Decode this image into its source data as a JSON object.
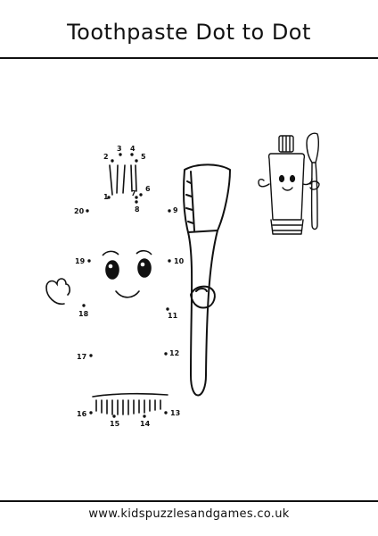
{
  "title": "Toothpaste Dot to Dot",
  "footer": "www.kidspuzzlesandgames.co.uk",
  "dots": [
    {
      "n": "1"
    },
    {
      "n": "2"
    },
    {
      "n": "3"
    },
    {
      "n": "4"
    },
    {
      "n": "5"
    },
    {
      "n": "6"
    },
    {
      "n": "7"
    },
    {
      "n": "8"
    },
    {
      "n": "9"
    },
    {
      "n": "10"
    },
    {
      "n": "11"
    },
    {
      "n": "12"
    },
    {
      "n": "13"
    },
    {
      "n": "14"
    },
    {
      "n": "15"
    },
    {
      "n": "16"
    },
    {
      "n": "17"
    },
    {
      "n": "18"
    },
    {
      "n": "19"
    },
    {
      "n": "20"
    }
  ]
}
